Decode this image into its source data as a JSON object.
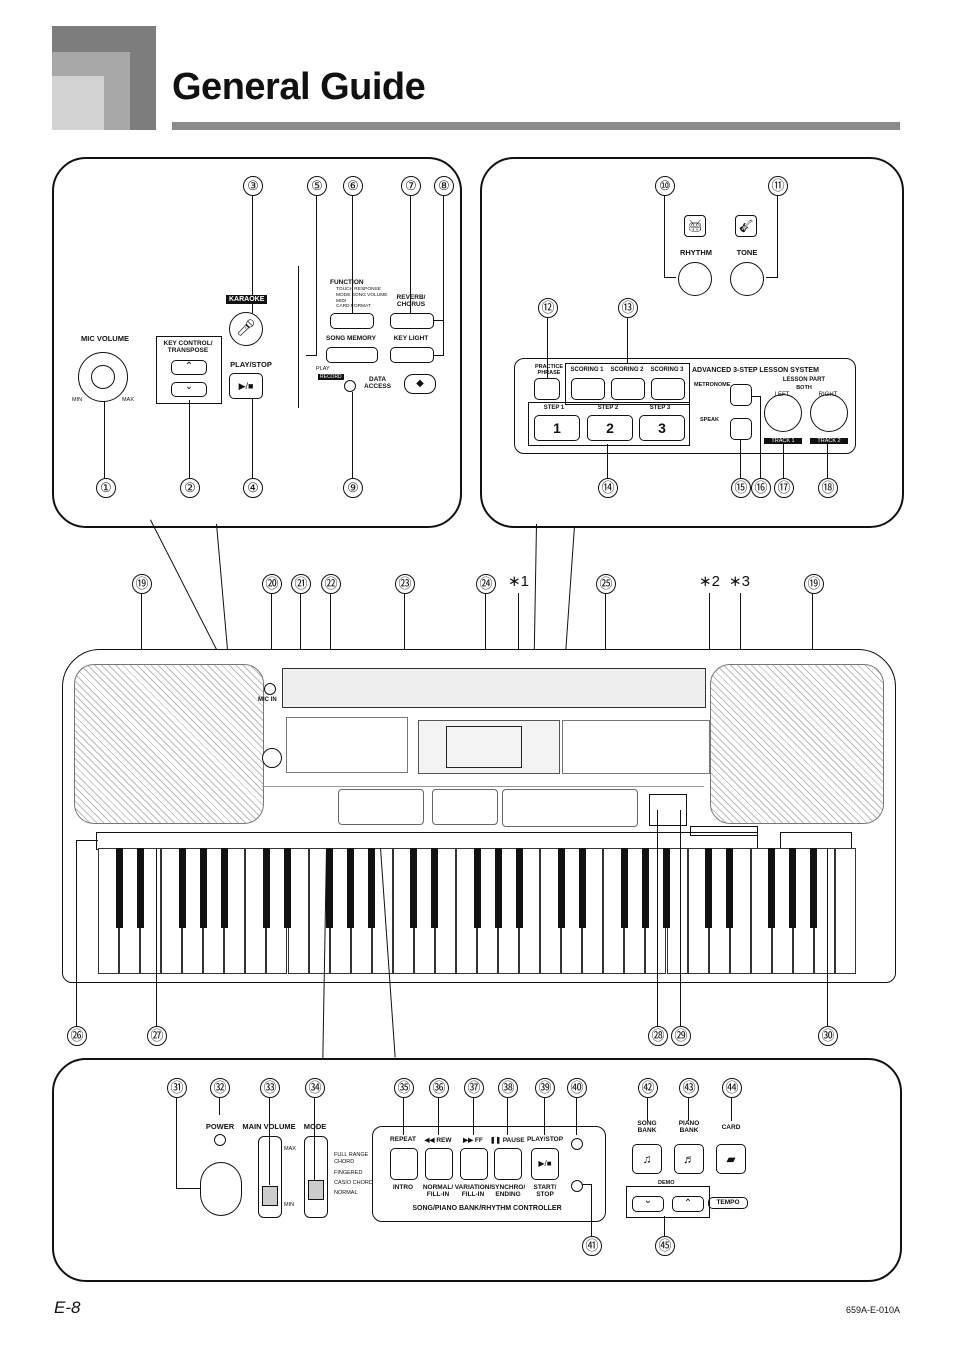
{
  "header": {
    "title": "General Guide"
  },
  "footer": {
    "page": "E-8",
    "code": "659A-E-010A"
  },
  "panel_top_left": {
    "mic_volume": "MIC VOLUME",
    "min": "MIN",
    "max": "MAX",
    "key_control": "KEY CONTROL/\nTRANSPOSE",
    "karaoke": "KARAOKE",
    "play_stop": "PLAY/STOP",
    "function": "FUNCTION",
    "function_sub": "TOUCH RESPONSE\nMODE SONG VOLUME\nMIDI\nCARD FORMAT",
    "reverb": "REVERB/\nCHORUS",
    "song_memory": "SONG MEMORY",
    "key_light": "KEY LIGHT",
    "play": "PLAY",
    "record": "RECORD",
    "data_access": "DATA\nACCESS",
    "callouts": [
      "③",
      "⑤",
      "⑥",
      "⑦",
      "⑧",
      "①",
      "②",
      "④",
      "⑨"
    ]
  },
  "panel_top_right": {
    "rhythm": "RHYTHM",
    "tone": "TONE",
    "practice_phrase": "PRACTICE\nPHRASE",
    "scoring": [
      "SCORING 1",
      "SCORING 2",
      "SCORING 3"
    ],
    "steps": [
      "STEP 1",
      "STEP 2",
      "STEP 3"
    ],
    "step_nums": [
      "1",
      "2",
      "3"
    ],
    "system": "ADVANCED 3-STEP LESSON SYSTEM",
    "metronome": "METRONOME",
    "speak": "SPEAK",
    "lesson_part": "LESSON PART",
    "both": "BOTH",
    "left": "LEFT",
    "right": "RIGHT",
    "track1": "TRACK 1",
    "track2": "TRACK 2",
    "callouts": [
      "⑩",
      "⑪",
      "⑫",
      "⑬",
      "⑭",
      "⑮",
      "⑯",
      "⑰",
      "⑱"
    ]
  },
  "keyboard": {
    "callouts_top": [
      "⑲",
      "⑳",
      "㉑",
      "㉒",
      "㉓",
      "㉔",
      "∗1",
      "㉕",
      "∗2",
      "∗3",
      "⑲"
    ],
    "callouts_bottom": [
      "㉖",
      "㉗",
      "㉘",
      "㉙",
      "㉚"
    ],
    "mic_in": "MIC IN"
  },
  "panel_bottom": {
    "power": "POWER",
    "main_volume": "MAIN VOLUME",
    "mode": "MODE",
    "max": "MAX",
    "min": "MIN",
    "mode_opts": [
      "FULL RANGE\nCHORD",
      "FINGERED",
      "CASIO CHORD",
      "NORMAL"
    ],
    "ctrl_top": [
      "REPEAT",
      "◀◀ REW",
      "▶▶ FF",
      "❚❚ PAUSE",
      "PLAY/STOP"
    ],
    "ctrl_bottom": [
      "INTRO",
      "NORMAL/\nFILL-IN",
      "VARIATION/\nFILL-IN",
      "SYNCHRO/\nENDING",
      "START/\nSTOP"
    ],
    "controller": "SONG/PIANO BANK/RHYTHM CONTROLLER",
    "song_bank": "SONG\nBANK",
    "piano_bank": "PIANO\nBANK",
    "card": "CARD",
    "demo": "DEMO",
    "tempo": "TEMPO",
    "callouts": [
      "㉛",
      "㉜",
      "㉝",
      "㉞",
      "㉟",
      "㊱",
      "㊲",
      "㊳",
      "㊴",
      "㊵",
      "㊷",
      "㊸",
      "㊹",
      "㊶",
      "㊺"
    ]
  }
}
